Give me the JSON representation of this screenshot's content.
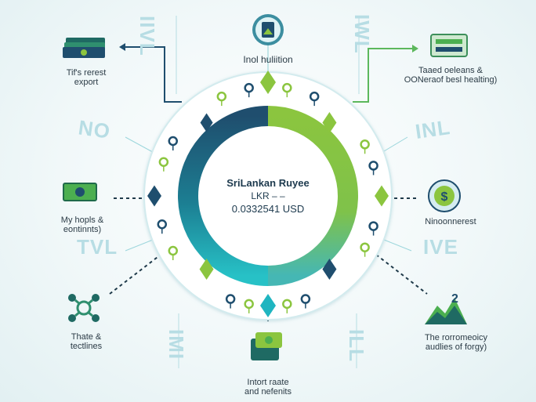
{
  "center": {
    "line1": "SriLankan Ruyee",
    "line2": "LKR – –",
    "line3": "0.0332541 USD"
  },
  "labels": {
    "top_center": "Inol huliition",
    "top_left": "Tif's rerest\nexport",
    "top_right": "Taaed oeleans &\nOONeraof besl healting)",
    "mid_left": "My hopls &\neontinnts)",
    "mid_right": "Ninoonnerest",
    "bottom_left": "Thate &\ntectlines",
    "bottom_center": "Intort raate\nand nefenits",
    "bottom_right": "The rorromeoicy\naudlies of forgy)"
  },
  "ghost_words": {
    "top_left_vertical": "IIVL",
    "top_right_vertical": "IWL",
    "left_upper": "NO",
    "left_lower": "TVL",
    "right_upper": "INL",
    "right_lower": "IVE",
    "bottom_left_vertical": "IMI",
    "bottom_right_vertical": "ILL"
  },
  "colors": {
    "navy": "#1f4e6e",
    "teal": "#1fb5c0",
    "lime": "#8bc53f",
    "green": "#4caf50",
    "ring": "#ffffff"
  },
  "icons": {
    "top_center": "payment-terminal-icon",
    "top_left": "stack-of-bills-icon",
    "top_right": "bills-bundle-icon",
    "mid_left": "banknote-icon",
    "mid_right": "dollar-coin-icon",
    "bottom_left": "network-nodes-icon",
    "bottom_center": "money-box-icon",
    "bottom_right": "chart-mountain-icon"
  }
}
